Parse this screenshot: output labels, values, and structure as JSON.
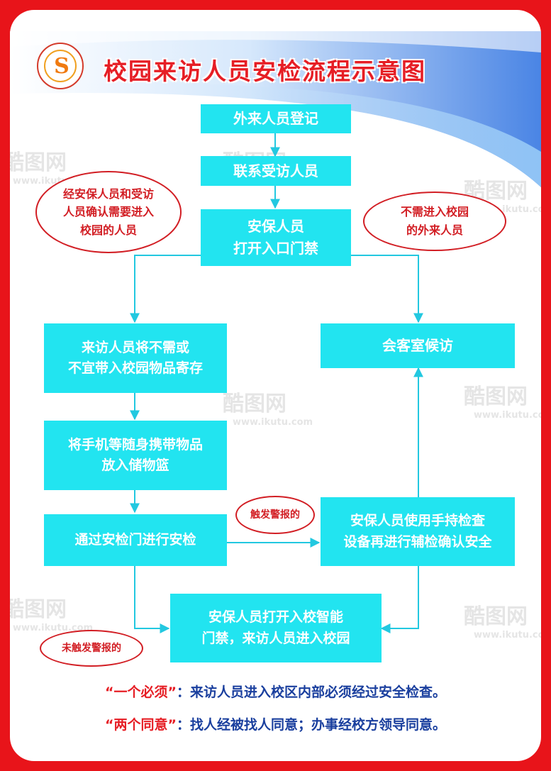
{
  "title": "校园来访人员安检流程示意图",
  "logo": {
    "glyph": "S"
  },
  "colors": {
    "frame": "#e8141a",
    "box": "#22e4f0",
    "title": "#e61e25",
    "rule_text": "#1a3f9e",
    "arrow": "#22c8e0"
  },
  "flow": {
    "step_register": "外来人员登记",
    "step_contact": "联系受访人员",
    "step_open_gate": "安保人员\n打开入口门禁",
    "step_deposit": "来访人员将不需或\n不宜带入校园物品寄存",
    "step_basket": "将手机等随身携带物品\n放入储物篮",
    "step_security_gate": "通过安检门进行安检",
    "step_waiting_room": "会客室候访",
    "step_handheld_check": "安保人员使用手持检查\n设备再进行辅检确认安全",
    "step_enter_campus": "安保人员打开入校智能\n门禁，来访人员进入校园"
  },
  "notes": {
    "need_enter": "经安保人员和受访\n人员确认需要进入\n校园的人员",
    "no_need_enter": "不需进入校园\n的外来人员",
    "alarm_triggered": "触发警报的",
    "alarm_not_triggered": "未触发警报的"
  },
  "rules": [
    {
      "quote": "“一个必须”",
      "text": "：来访人员进入校区内部必须经过安全检查。"
    },
    {
      "quote": "“两个同意”",
      "text": "：找人经被找人同意；办事经校方领导同意。"
    }
  ],
  "watermark": {
    "brand": "酷图网",
    "url": "www.ikutu.com"
  }
}
